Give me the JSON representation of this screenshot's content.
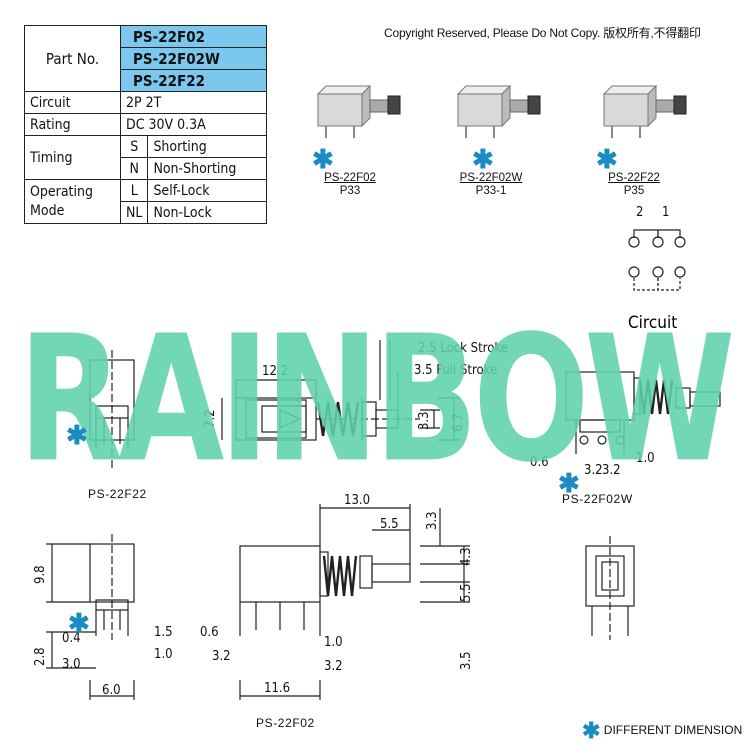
{
  "copyright": "Copyright Reserved, Please Do Not Copy. 版权所有,不得翻印",
  "spec_table": {
    "part_no_label": "Part No.",
    "part_numbers": [
      "PS-22F02",
      "PS-22F02W",
      "PS-22F22"
    ],
    "circuit_label": "Circuit",
    "circuit_value": "2P 2T",
    "rating_label": "Rating",
    "rating_value": "DC 30V 0.3A",
    "timing_label": "Timing",
    "timing_rows": [
      {
        "code": "S",
        "text": "Shorting"
      },
      {
        "code": "N",
        "text": "Non-Shorting"
      }
    ],
    "operating_label_1": "Operating",
    "operating_label_2": "Mode",
    "operating_rows": [
      {
        "code": "L",
        "text": "Self-Lock"
      },
      {
        "code": "NL",
        "text": "Non-Lock"
      }
    ]
  },
  "thumbnails": [
    {
      "model": "PS-22F02",
      "page": "P33"
    },
    {
      "model": "PS-22F02W",
      "page": "P33-1"
    },
    {
      "model": "PS-22F22",
      "page": "P35"
    }
  ],
  "circuit": {
    "title": "Circuit",
    "pin1": "1",
    "pin2": "2"
  },
  "watermark": "RAINBOW",
  "watermark_color": "#5fd1ac",
  "accent_color": "#1a8bc3",
  "highlight_color": "#7cc7ee",
  "dimensions": {
    "lock_stroke": "2.5 Lock Stroke",
    "full_stroke": "3.5 Full Stroke",
    "d12_2": "12.2",
    "d7_2": "7.2",
    "d3_3a": "3.3",
    "d6_7": "6.7",
    "d0_6a": "0.6",
    "d3_2a": "3.2",
    "d3_2b": "3.2",
    "d1_0a": "1.0",
    "d13_0": "13.0",
    "d5_5a": "5.5",
    "d3_3b": "3.3",
    "d4_3": "4.3",
    "d5_5b": "5.5",
    "d3_5": "3.5",
    "d9_8": "9.8",
    "d0_4": "0.4",
    "d1_5": "1.5",
    "d2_8": "2.8",
    "d3_0": "3.0",
    "d1_0b": "1.0",
    "d6_0": "6.0",
    "d0_6b": "0.6",
    "d1_0c": "1.0",
    "d3_2c": "3.2",
    "d3_2d": "3.2",
    "d11_6": "11.6"
  },
  "view_labels": {
    "ps22f22": "PS-22F22",
    "ps22f02w": "PS-22F02W",
    "ps22f02": "PS-22F02"
  },
  "legend": "DIFFERENT DIMENSION"
}
